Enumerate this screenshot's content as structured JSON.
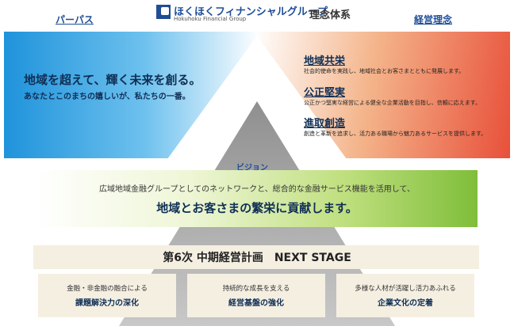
{
  "header": {
    "brand_name": "ほくほくフィナンシャルグループ",
    "brand_sub": "Hokuhoku Financial Group",
    "title": "理念体系"
  },
  "purpose": {
    "label": "パーパス",
    "main": "地域を超えて、輝く未来を創る。",
    "sub": "あなたとこのまちの嬉しいが、私たちの一番。"
  },
  "philosophy": {
    "label": "経営理念",
    "items": [
      {
        "heading": "地域共栄",
        "desc": "社会的使命を実践し、地域社会とお客さまとともに発展します。"
      },
      {
        "heading": "公正堅実",
        "desc": "公正かつ堅実な経営による健全な企業活動を目指し、信頼に応えます。"
      },
      {
        "heading": "進取創造",
        "desc": "創造と革新を追求し、活力ある職場から魅力あるサービスを提供します。"
      }
    ]
  },
  "vision": {
    "label": "ビジョン",
    "line1": "広域地域金融グループとしてのネットワークと、総合的な金融サービス機能を活用して、",
    "line2": "地域とお客さまの繁栄に貢献します。"
  },
  "plan": {
    "title": "第6次 中期経営計画　NEXT STAGE"
  },
  "pillars": [
    {
      "top": "金融・非金融の融合による",
      "bottom": "課題解決力の深化"
    },
    {
      "top": "持続的な成長を支える",
      "bottom": "経営基盤の強化"
    },
    {
      "top": "多様な人材が活躍し活力あふれる",
      "bottom": "企業文化の定着"
    }
  ],
  "colors": {
    "brand_navy": "#1f4e96",
    "purpose_blue": "#1f93db",
    "philosophy_red": "#e8503a",
    "vision_green": "#7fbe3a",
    "pyramid_gray": "#a8a8a8",
    "base_beige": "#f5efe2"
  }
}
